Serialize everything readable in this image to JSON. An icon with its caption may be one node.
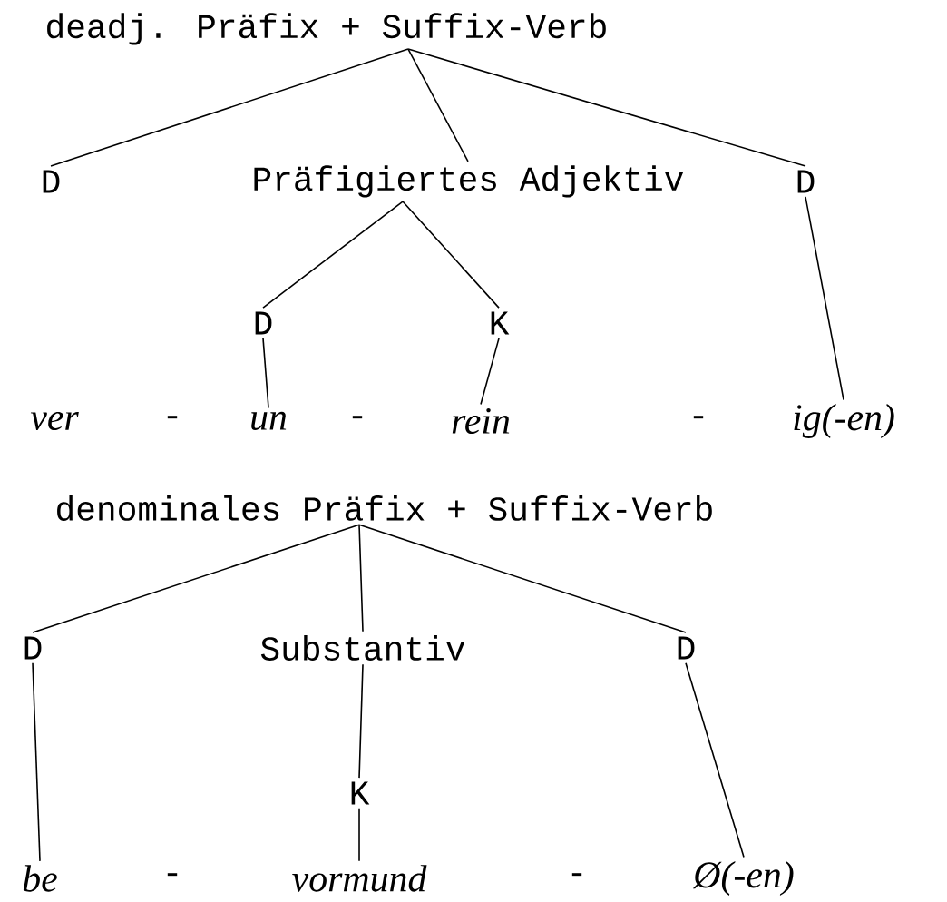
{
  "diagram": {
    "nodes": [
      {
        "text": [
          "deadj. Präfix + Suffix-Verb"
        ]
      },
      {
        "text": [
          "D"
        ]
      },
      {
        "text": [
          "Präfigiertes Adjektiv"
        ]
      },
      {
        "text": [
          "D"
        ]
      },
      {
        "text": [
          "D"
        ]
      },
      {
        "text": [
          "K"
        ]
      },
      {
        "text": [
          "ver"
        ]
      },
      {
        "text": [
          "un"
        ]
      },
      {
        "text": [
          "rein"
        ]
      },
      {
        "text": [
          "ig(-en)"
        ]
      },
      {
        "text": [
          "denominales Präfix + Suffix-Verb"
        ]
      },
      {
        "text": [
          "D"
        ]
      },
      {
        "text": [
          "Substantiv"
        ]
      },
      {
        "text": [
          "D"
        ]
      },
      {
        "text": [
          "K"
        ]
      },
      {
        "text": [
          "be"
        ]
      },
      {
        "text": [
          "vormund"
        ]
      },
      {
        "text": [
          "Ø(-en)"
        ]
      }
    ],
    "edges": [
      {
        "from": 0,
        "to": 1,
        "arrow": "none"
      },
      {
        "from": 0,
        "to": 2,
        "arrow": "none"
      },
      {
        "from": 0,
        "to": 3,
        "arrow": "none"
      },
      {
        "from": 2,
        "to": 4,
        "arrow": "none"
      },
      {
        "from": 2,
        "to": 5,
        "arrow": "none"
      },
      {
        "from": 4,
        "to": 7,
        "arrow": "none"
      },
      {
        "from": 5,
        "to": 8,
        "arrow": "none"
      },
      {
        "from": 3,
        "to": 9,
        "arrow": "none"
      },
      {
        "from": 10,
        "to": 11,
        "arrow": "none"
      },
      {
        "from": 10,
        "to": 12,
        "arrow": "none"
      },
      {
        "from": 10,
        "to": 13,
        "arrow": "none"
      },
      {
        "from": 12,
        "to": 14,
        "arrow": "none"
      },
      {
        "from": 11,
        "to": 15,
        "arrow": "none"
      },
      {
        "from": 14,
        "to": 16,
        "arrow": "none"
      },
      {
        "from": 13,
        "to": 17,
        "arrow": "none"
      }
    ],
    "labels": [
      "-",
      "-",
      "-",
      "-",
      "-"
    ]
  }
}
